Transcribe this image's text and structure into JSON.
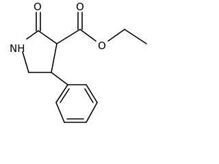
{
  "molecule": {
    "atoms": {
      "carbonyl_oxygen": "O",
      "ester_oxygen_double": "O",
      "ester_oxygen_single": "O",
      "ring_nitrogen": "NH"
    }
  },
  "colors": {
    "background": "#ffffff",
    "bond": "#000000",
    "label": "#000000"
  }
}
